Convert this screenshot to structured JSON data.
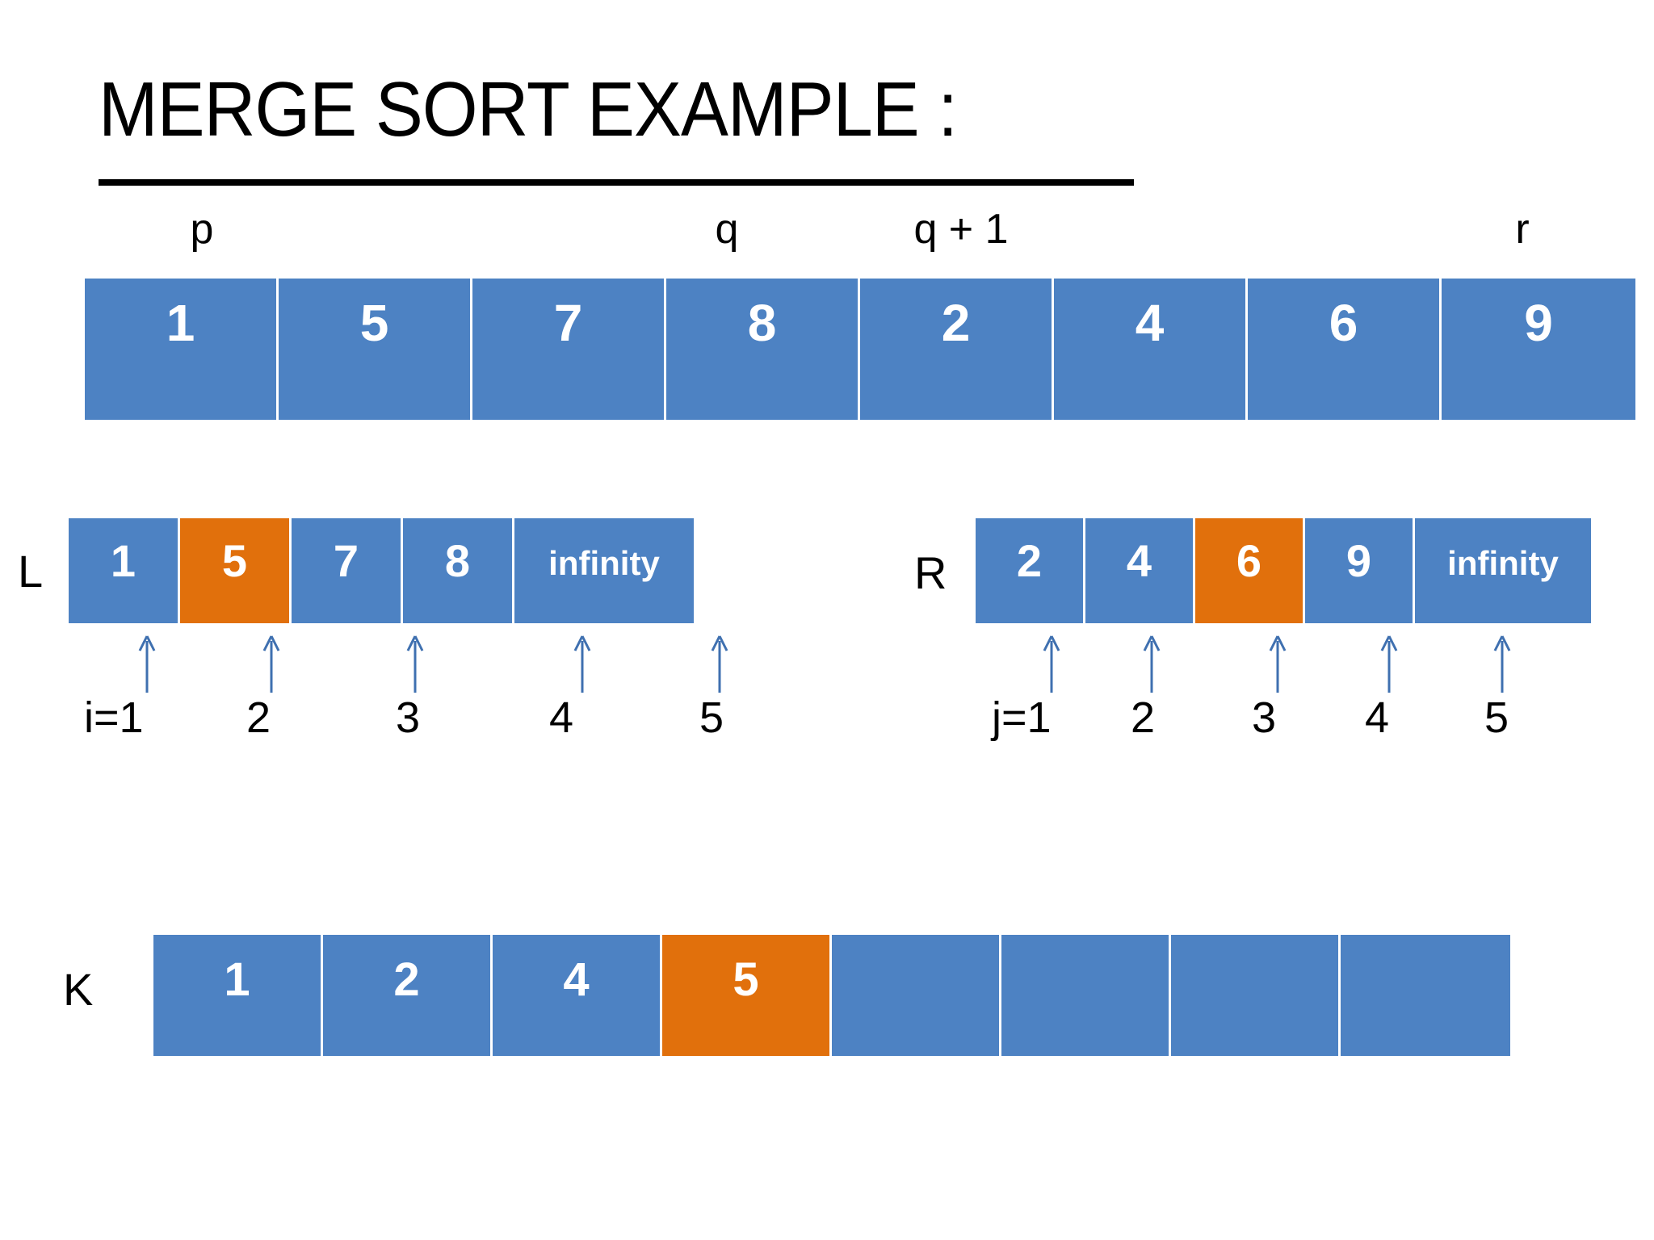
{
  "title": "MERGE SORT EXAMPLE :",
  "pointers": {
    "p": "p",
    "q": "q",
    "q_plus_1": "q + 1",
    "r": "r"
  },
  "labels": {
    "L": "L",
    "R": "R",
    "K": "K"
  },
  "colors": {
    "cell_blue": "#4D82C3",
    "cell_orange": "#E1700C",
    "arrow_blue": "#3F70B0",
    "text_white": "#FFFFFF",
    "text_black": "#000000",
    "background": "#FFFFFF"
  },
  "arrays": {
    "main": {
      "name": "main-array",
      "cells": [
        {
          "value": "1",
          "highlight": false
        },
        {
          "value": "5",
          "highlight": false
        },
        {
          "value": "7",
          "highlight": false
        },
        {
          "value": "8",
          "highlight": false
        },
        {
          "value": "2",
          "highlight": false
        },
        {
          "value": "4",
          "highlight": false
        },
        {
          "value": "6",
          "highlight": false
        },
        {
          "value": "9",
          "highlight": false
        }
      ]
    },
    "L": {
      "name": "L",
      "cells": [
        {
          "value": "1",
          "highlight": false
        },
        {
          "value": "5",
          "highlight": true
        },
        {
          "value": "7",
          "highlight": false
        },
        {
          "value": "8",
          "highlight": false
        },
        {
          "value": "infinity",
          "highlight": false
        }
      ],
      "indices": [
        "i=1",
        "2",
        "3",
        "4",
        "5"
      ]
    },
    "R": {
      "name": "R",
      "cells": [
        {
          "value": "2",
          "highlight": false
        },
        {
          "value": "4",
          "highlight": false
        },
        {
          "value": "6",
          "highlight": true
        },
        {
          "value": "9",
          "highlight": false
        },
        {
          "value": "infinity",
          "highlight": false
        }
      ],
      "indices": [
        "j=1",
        "2",
        "3",
        "4",
        "5"
      ]
    },
    "K": {
      "name": "K",
      "cells": [
        {
          "value": "1",
          "highlight": false
        },
        {
          "value": "2",
          "highlight": false
        },
        {
          "value": "4",
          "highlight": false
        },
        {
          "value": "5",
          "highlight": true
        },
        {
          "value": "",
          "highlight": false
        },
        {
          "value": "",
          "highlight": false
        },
        {
          "value": "",
          "highlight": false
        },
        {
          "value": "",
          "highlight": false
        }
      ]
    }
  },
  "chart_data": {
    "type": "diagram",
    "title": "MERGE SORT EXAMPLE :",
    "description": "Merge sort merge-step illustration with source array, L and R subarrays with sentinel infinity values, index pointers i and j, and output array K",
    "source_array": [
      1,
      5,
      7,
      8,
      2,
      4,
      6,
      9
    ],
    "boundary_markers": {
      "p": 1,
      "q": 4,
      "q+1": 5,
      "r": 8
    },
    "L_array": [
      "1",
      "5",
      "7",
      "8",
      "infinity"
    ],
    "L_indices": [
      1,
      2,
      3,
      4,
      5
    ],
    "L_highlighted_index": 2,
    "R_array": [
      "2",
      "4",
      "6",
      "9",
      "infinity"
    ],
    "R_indices": [
      1,
      2,
      3,
      4,
      5
    ],
    "R_highlighted_index": 3,
    "K_array": [
      "1",
      "2",
      "4",
      "5",
      "",
      "",
      "",
      ""
    ],
    "K_highlighted_index": 4
  }
}
